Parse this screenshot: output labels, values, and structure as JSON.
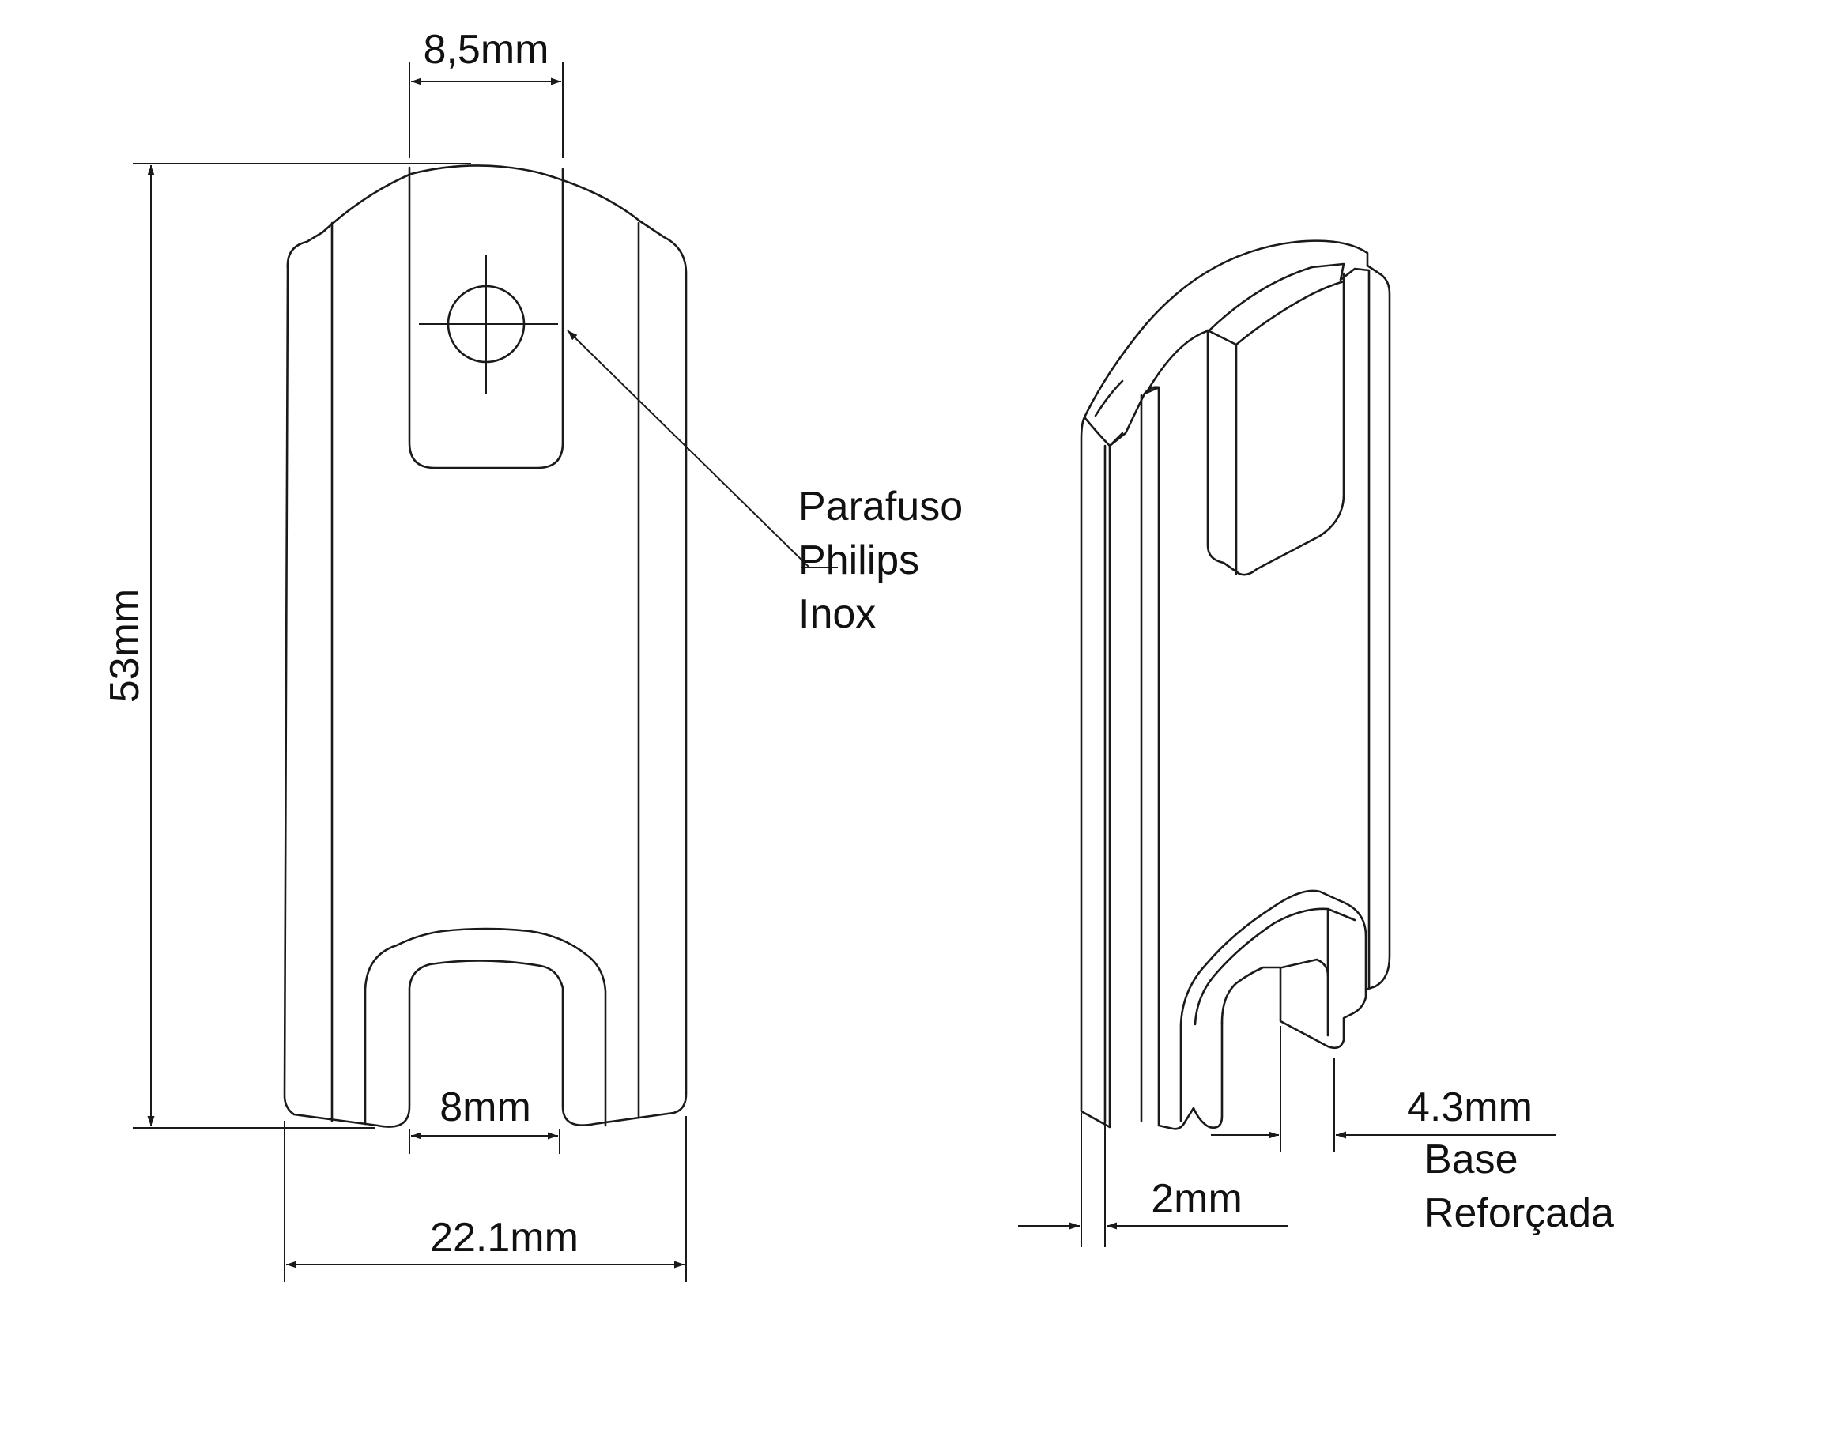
{
  "front_view": {
    "dims": {
      "screw_slot_width": "8,5mm",
      "height": "53mm",
      "slot_width": "8mm",
      "total_width": "22.1mm"
    },
    "callout": [
      "Parafuso",
      "Philips",
      "Inox"
    ]
  },
  "side_view": {
    "dims": {
      "plate_thickness": "2mm",
      "base_depth": "4.3mm"
    },
    "callout": [
      "Base",
      "Reforçada"
    ]
  }
}
